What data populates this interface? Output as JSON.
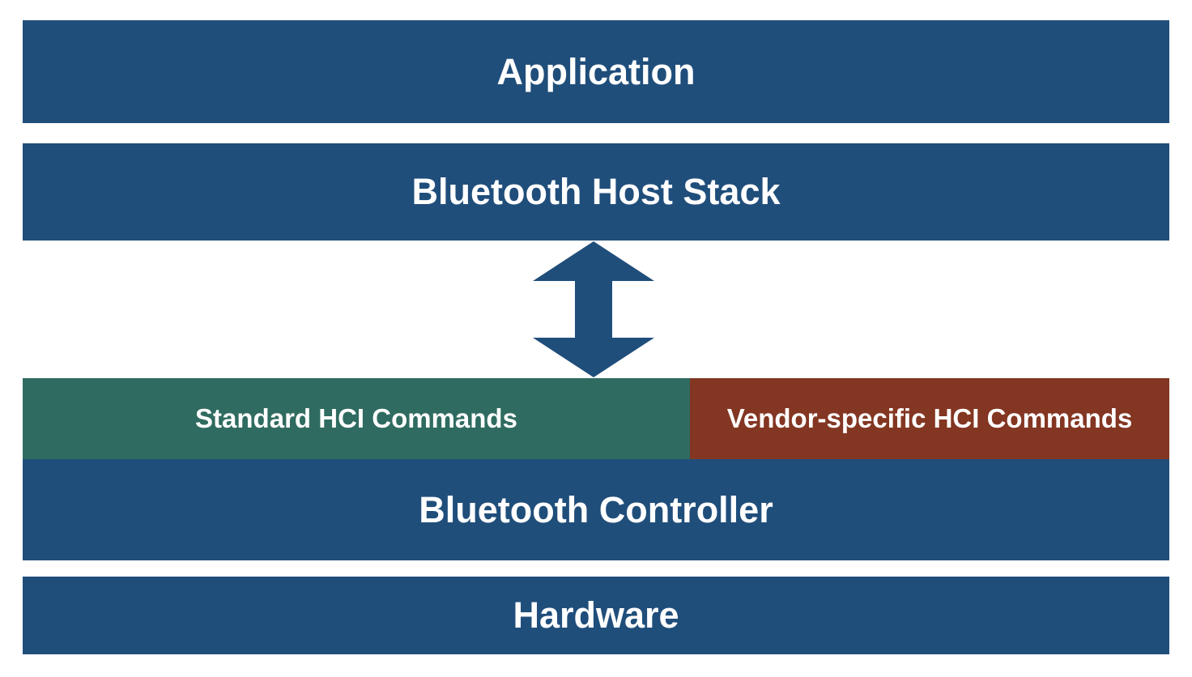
{
  "layers": [
    {
      "name": "application",
      "label": "Application",
      "color": "#204E7B"
    },
    {
      "name": "bluetooth-host-stack",
      "label": "Bluetooth Host Stack",
      "color": "#204E7B"
    },
    {
      "name": "standard-hci-commands",
      "label": "Standard HCI Commands",
      "color": "#2F6B60"
    },
    {
      "name": "vendor-specific-hci-commands",
      "label": "Vendor-specific HCI Commands",
      "color": "#833622"
    },
    {
      "name": "bluetooth-controller",
      "label": "Bluetooth Controller",
      "color": "#204E7B"
    },
    {
      "name": "hardware",
      "label": "Hardware",
      "color": "#204E7B"
    }
  ],
  "arrow": {
    "name": "bidirectional-arrow",
    "color": "#204E7B"
  },
  "colors": {
    "background": "#FFFFFF",
    "text": "#FFFFFF"
  }
}
